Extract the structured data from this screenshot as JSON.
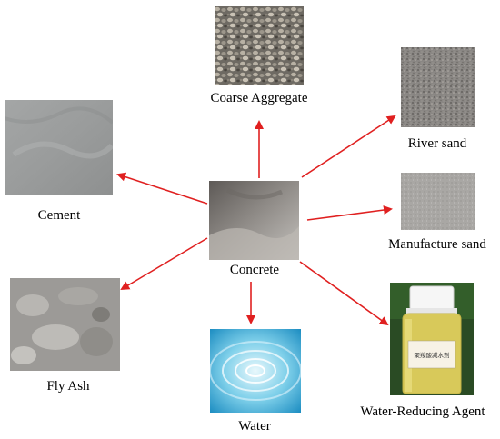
{
  "center": {
    "label": "Concrete"
  },
  "materials": {
    "coarse_aggregate": {
      "label": "Coarse Aggregate"
    },
    "river_sand": {
      "label": "River sand"
    },
    "cement": {
      "label": "Cement"
    },
    "manufacture_sand": {
      "label": "Manufacture sand"
    },
    "fly_ash": {
      "label": "Fly Ash"
    },
    "water": {
      "label": "Water"
    },
    "water_reducing_agent": {
      "label": "Water-Reducing Agent",
      "bottle_label": "聚羧酸减水剂"
    }
  },
  "colors": {
    "arrow": "#e02020"
  }
}
